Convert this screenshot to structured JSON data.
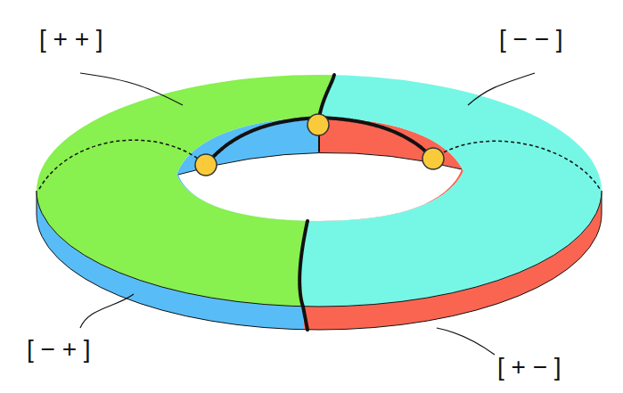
{
  "diagram": {
    "labels": [
      "[ + + ]",
      "[ − − ]",
      "[ − + ]",
      "[ + − ]"
    ]
  }
}
